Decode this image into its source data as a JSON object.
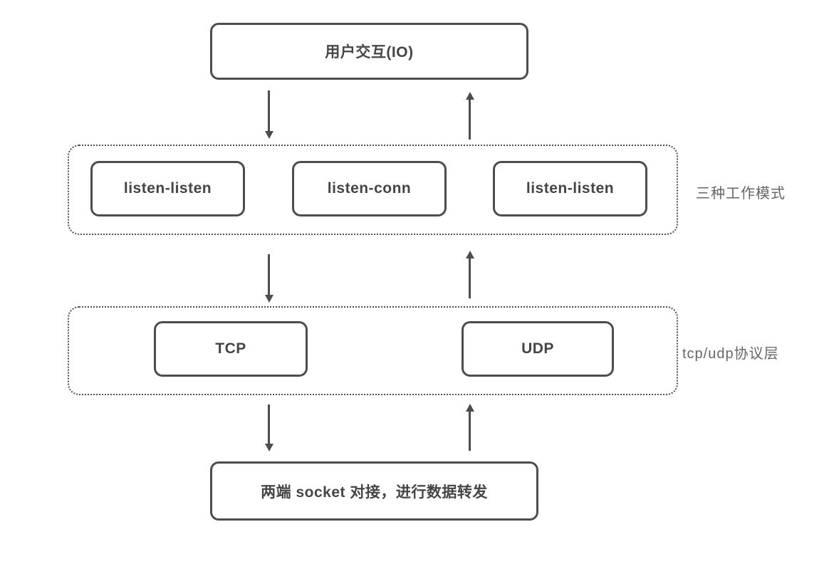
{
  "diagram": {
    "title_node": "用户交互(IO)",
    "modes_group": {
      "label": "三种工作模式",
      "items": [
        "listen-listen",
        "listen-conn",
        "listen-listen"
      ]
    },
    "protocol_group": {
      "label": "tcp/udp协议层",
      "items": [
        "TCP",
        "UDP"
      ]
    },
    "bottom_node": "两端 socket 对接，进行数据转发",
    "colors": {
      "line": "#4d4d4d",
      "text": "#454545",
      "label": "#666666",
      "background": "#ffffff"
    }
  }
}
